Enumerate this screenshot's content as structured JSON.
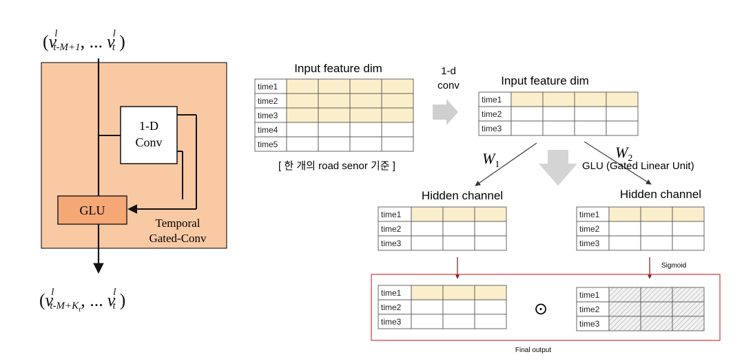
{
  "left_block": {
    "input_seq": {
      "open": "(",
      "v1": "v",
      "sup1": "l",
      "sub1": "t-M+1",
      "mid": ",  ...",
      "v2": "v",
      "sup2": "l",
      "sub2": "t",
      "close": ")"
    },
    "output_seq": {
      "open": "(",
      "v1": "v",
      "sup1": "l",
      "sub1": "t-M+K",
      "sub1b": "t",
      "mid": ",  ...",
      "v2": "v",
      "sup2": "l",
      "sub2": "t",
      "close": ")"
    },
    "conv_line1": "1-D",
    "conv_line2": "Conv",
    "glu_label": "GLU",
    "block_name_line1": "Temporal",
    "block_name_line2": "Gated-Conv"
  },
  "right_block": {
    "input_table": {
      "title": "Input feature dim",
      "rows": [
        "time1",
        "time2",
        "time3",
        "time4",
        "time5"
      ],
      "highlighted_rows": 3
    },
    "caption": "[ 한 개의 road senor 기준 ]",
    "conv_label_1": "1-d",
    "conv_label_2": "conv",
    "conv_table": {
      "title": "Input feature dim",
      "rows": [
        "time1",
        "time2",
        "time3"
      ]
    },
    "w1": "W",
    "w1_sub": "1",
    "w2": "W",
    "w2_sub": "2",
    "glu_text": "GLU (Gated Linear Unit)",
    "hidden_left": {
      "title": "Hidden channel",
      "rows": [
        "time1",
        "time2",
        "time3"
      ]
    },
    "hidden_right": {
      "title": "Hidden channel",
      "rows": [
        "time1",
        "time2",
        "time3"
      ]
    },
    "sigmoid": "Sigmoid",
    "out_left_rows": [
      "time1",
      "time2",
      "time3"
    ],
    "odot": "⊙",
    "out_right_rows": [
      "time1",
      "time2",
      "time3"
    ],
    "final_output": "Final output"
  },
  "colors": {
    "orange_block": "#f9c9a4",
    "glu_box": "#f5a775",
    "highlight": "#fbeecb",
    "grid": "#555555",
    "red_frame": "#d64545",
    "gray_arrow": "#cfcfcf"
  }
}
